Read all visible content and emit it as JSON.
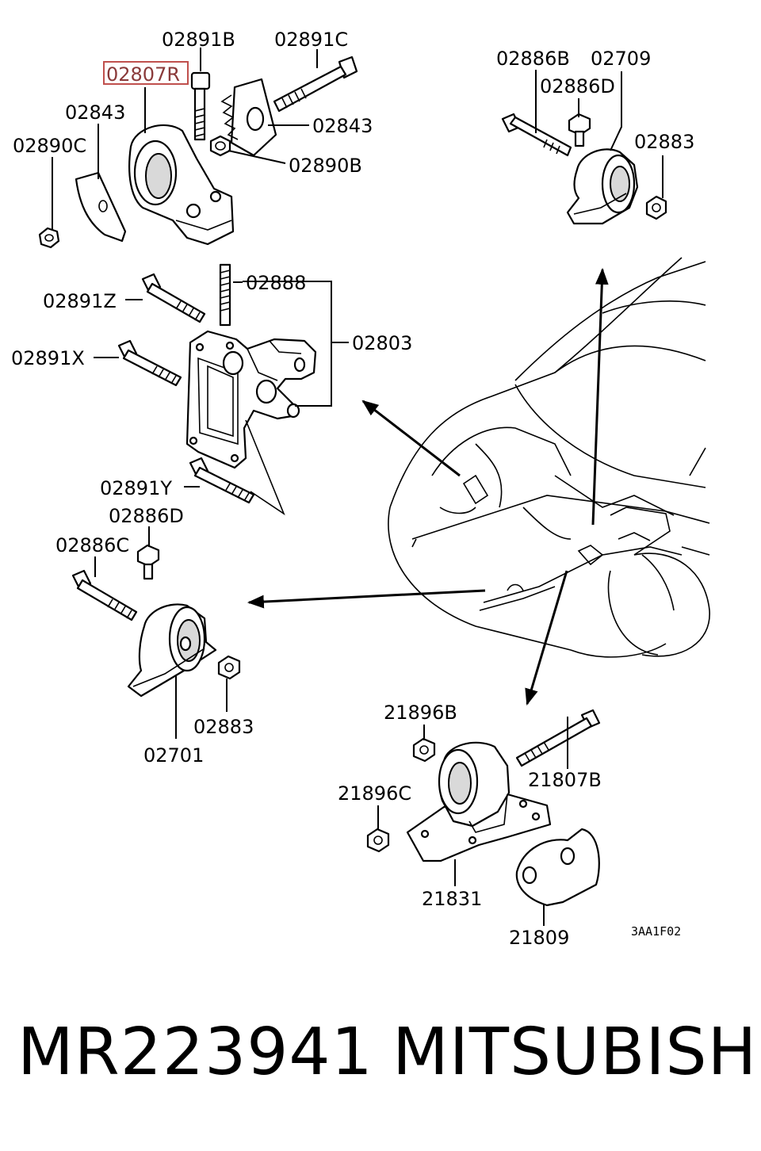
{
  "labels": {
    "b02891B": "02891B",
    "b02891C": "02891C",
    "b02807R": "02807R",
    "b02843a": "02843",
    "b02843b": "02843",
    "b02890C": "02890C",
    "b02890B": "02890B",
    "b02886B": "02886B",
    "b02709": "02709",
    "b02886Da": "02886D",
    "b02883a": "02883",
    "b02888": "02888",
    "b02891Z": "02891Z",
    "b02891X": "02891X",
    "b02803": "02803",
    "b02891Y": "02891Y",
    "b02886Db": "02886D",
    "b02886C": "02886C",
    "b02883b": "02883",
    "b02701": "02701",
    "b21896B": "21896B",
    "b21807B": "21807B",
    "b21896C": "21896C",
    "b21831": "21831",
    "b21809": "21809",
    "diagram_code": "3AA1F02"
  },
  "highlight_color": "#c0504d",
  "footer": {
    "part_number": "MR223941",
    "brand": "MITSUBISHI"
  }
}
